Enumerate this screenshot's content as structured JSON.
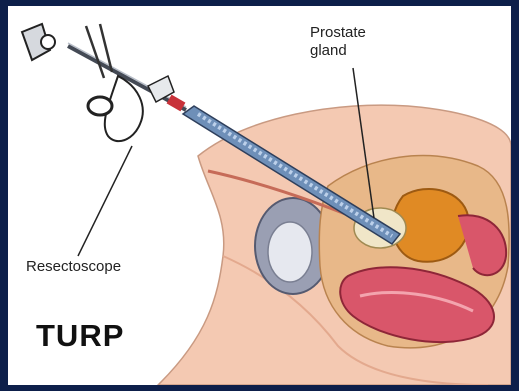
{
  "labels": {
    "prostate_line1": "Prostate",
    "prostate_line2": "gland",
    "resectoscope": "Resectoscope",
    "title": "TURP"
  },
  "colors": {
    "background": "#0d1f4a",
    "skin": "#f4c9b2",
    "tissue": "#d9566a",
    "bladder": "#e08a24",
    "prostate": "#f0e6c8",
    "instrument": "#6e8fb8"
  }
}
